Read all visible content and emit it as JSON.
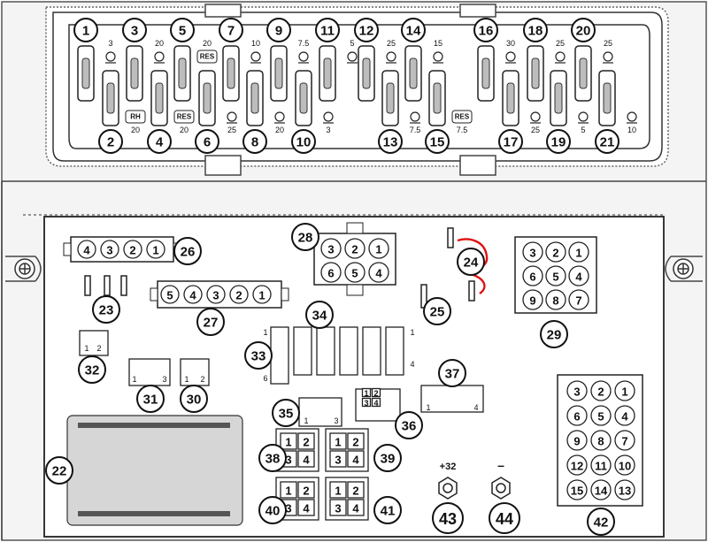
{
  "fuses": [
    {
      "num": "1",
      "rating": "3",
      "icon": "power-socket-icon"
    },
    {
      "num": "2",
      "rating": "20",
      "icon": "rear-heater-icon",
      "badge": "RH"
    },
    {
      "num": "3",
      "rating": "20",
      "icon": "tv-icon"
    },
    {
      "num": "4",
      "rating": "20",
      "icon": "reserve-icon",
      "badge": "RES"
    },
    {
      "num": "5",
      "rating": "20",
      "icon": "reserve-icon",
      "badge": "RES"
    },
    {
      "num": "6",
      "rating": "25",
      "icon": "audio-icon"
    },
    {
      "num": "7",
      "rating": "10",
      "icon": "heated-grille-icon"
    },
    {
      "num": "8",
      "rating": "20",
      "icon": "alarm-icon"
    },
    {
      "num": "9",
      "rating": "7.5",
      "icon": "engine-ecu-icon"
    },
    {
      "num": "10",
      "rating": "3",
      "icon": "diode-icon"
    },
    {
      "num": "11",
      "rating": "5",
      "icon": "lamp-icon"
    },
    {
      "num": "12",
      "rating": "25",
      "icon": "seat-icon"
    },
    {
      "num": "13",
      "rating": "7.5",
      "icon": "fuel-heater-icon"
    },
    {
      "num": "14",
      "rating": "15",
      "icon": "interior-light-icon"
    },
    {
      "num": "15",
      "rating": "7.5",
      "icon": "reserve-icon",
      "badge": "RES"
    },
    {
      "num": "16",
      "rating": "30",
      "icon": "air-conditioning-icon"
    },
    {
      "num": "17",
      "rating": "25",
      "icon": "lamp-a-icon"
    },
    {
      "num": "18",
      "rating": "25",
      "icon": "lamp-b-icon"
    },
    {
      "num": "19",
      "rating": "5",
      "icon": "lamp-c-icon"
    },
    {
      "num": "20",
      "rating": "25",
      "icon": "flame-heater-icon"
    },
    {
      "num": "21",
      "rating": "10",
      "icon": "engine-heater-icon"
    }
  ],
  "components": {
    "c22": "22",
    "c23": "23",
    "c24": "24",
    "c25": "25",
    "c26": "26",
    "c27": "27",
    "c28": "28",
    "c29": "29",
    "c30": "30",
    "c31": "31",
    "c32": "32",
    "c33": "33",
    "c34": "34",
    "c35": "35",
    "c36": "36",
    "c37": "37",
    "c38": "38",
    "c39": "39",
    "c40": "40",
    "c41": "41",
    "c42": "42",
    "c43": "43",
    "c44": "44"
  },
  "terminals": {
    "positive": "+32",
    "negative": "–"
  },
  "connector_pins": {
    "c26": [
      "4",
      "3",
      "2",
      "1"
    ],
    "c27": [
      "5",
      "4",
      "3",
      "2",
      "1"
    ],
    "c28": [
      "3",
      "2",
      "1",
      "6",
      "5",
      "4"
    ],
    "c29": [
      "3",
      "2",
      "1",
      "6",
      "5",
      "4",
      "9",
      "8",
      "7"
    ],
    "c42": [
      "3",
      "2",
      "1",
      "6",
      "5",
      "4",
      "9",
      "8",
      "7",
      "12",
      "11",
      "10",
      "15",
      "14",
      "13"
    ],
    "quad": [
      "1",
      "2",
      "3",
      "4"
    ],
    "c32": [
      "1",
      "2"
    ],
    "c31": [
      "1",
      "3"
    ],
    "c30": [
      "1",
      "2"
    ],
    "c33": [
      "1",
      "6"
    ],
    "c34": [
      "1",
      "4"
    ],
    "c35": [
      "1",
      "3"
    ],
    "c37": [
      "1",
      "4"
    ]
  },
  "colors": {
    "line": "#2a2a2a",
    "fill": "#ffffff",
    "grey_fill": "#d6d6d6",
    "fuse_grey": "#bdbdbd",
    "annotation": "#e01010"
  }
}
